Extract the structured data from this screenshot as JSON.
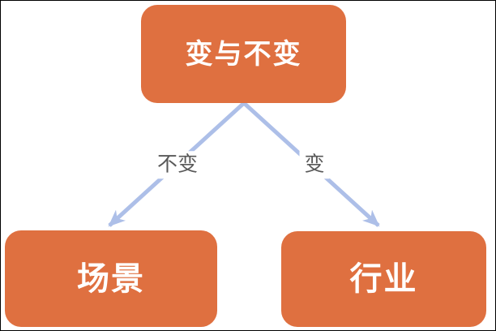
{
  "diagram": {
    "nodes": {
      "root": {
        "label": "变与不变"
      },
      "left": {
        "label": "场景"
      },
      "right": {
        "label": "行业"
      }
    },
    "edges": {
      "left": {
        "label": "不变"
      },
      "right": {
        "label": "变"
      }
    },
    "colors": {
      "node_fill": "#DF7040",
      "node_text": "#FFFFFF",
      "arrow": "#ADBFE8",
      "edge_label_text": "#595959",
      "canvas_background": "#FFFFFF",
      "canvas_border": "#000000"
    }
  }
}
